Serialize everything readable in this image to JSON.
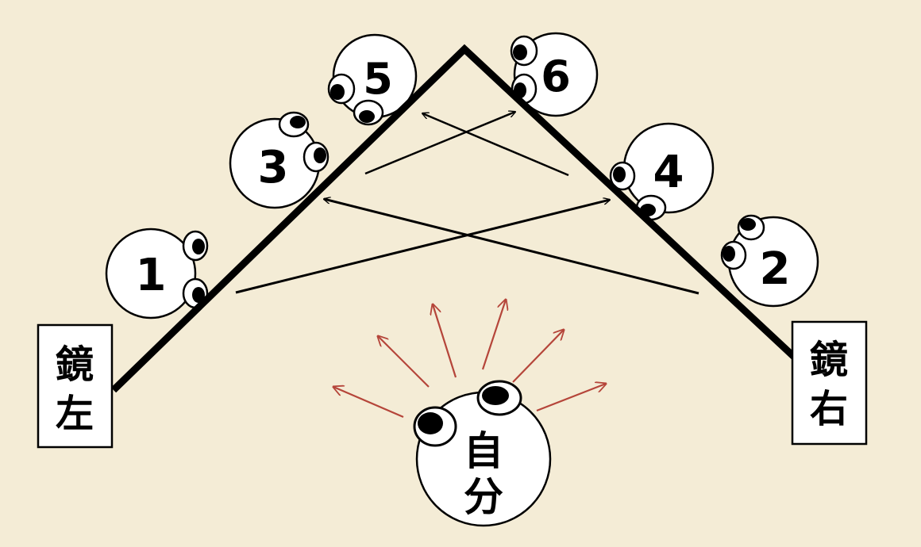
{
  "colors": {
    "background": "#f4ecd6",
    "ink": "#000000",
    "face": "#ffffff",
    "ray": "#b5453a"
  },
  "mirrors": {
    "left": {
      "label_line1": "鏡",
      "label_line2": "左"
    },
    "right": {
      "label_line1": "鏡",
      "label_line2": "右"
    }
  },
  "self": {
    "label_line1": "自",
    "label_line2": "分"
  },
  "reflections": [
    {
      "label": "1"
    },
    {
      "label": "2"
    },
    {
      "label": "3"
    },
    {
      "label": "4"
    },
    {
      "label": "5"
    },
    {
      "label": "6"
    }
  ]
}
